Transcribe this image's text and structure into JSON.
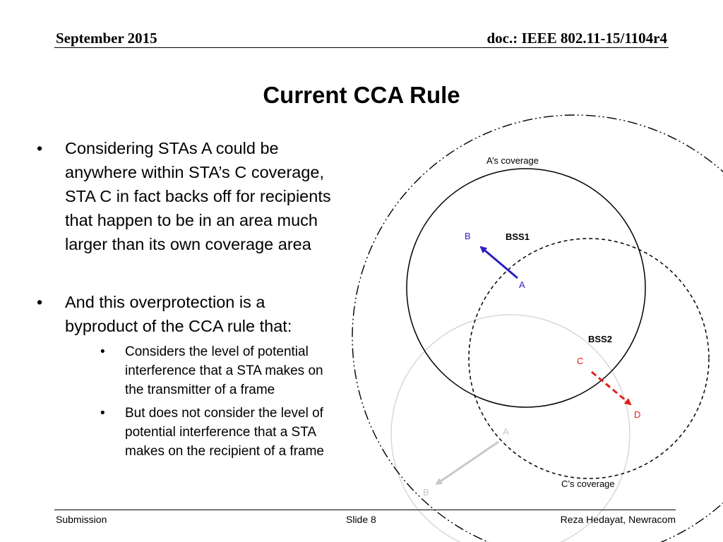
{
  "header": {
    "date": "September 2015",
    "doc": "doc.: IEEE 802.11-15/1104r4"
  },
  "title": "Current CCA Rule",
  "bullets": [
    {
      "text": "Considering STAs A could be anywhere within STA’s C coverage, STA C in fact backs off for recipients that happen to be in an area much larger than its own coverage area",
      "sub": []
    },
    {
      "text": "And this overprotection is a byproduct of the CCA rule that:",
      "sub": [
        "Considers the level of potential interference that a STA makes on the transmitter of a frame",
        "But does not consider the level of potential interference that a STA makes on the recipient of a frame"
      ]
    }
  ],
  "bullet_glyph": "•",
  "diagram": {
    "a_coverage": "A’s coverage",
    "c_coverage": "C’s coverage",
    "bss1": "BSS1",
    "bss2": "BSS2",
    "bss1_b": "B",
    "bss1_a": "A",
    "bss2_c": "C",
    "bss2_d": "D",
    "ghost_a": "A",
    "ghost_b": "B"
  },
  "colors": {
    "bss1_arrow": "#2a1fc4",
    "bss2_arrow": "#e0201b",
    "ghost": "#c8c8c8"
  },
  "footer": {
    "left": "Submission",
    "center": "Slide 8",
    "right": "Reza Hedayat, Newracom"
  }
}
